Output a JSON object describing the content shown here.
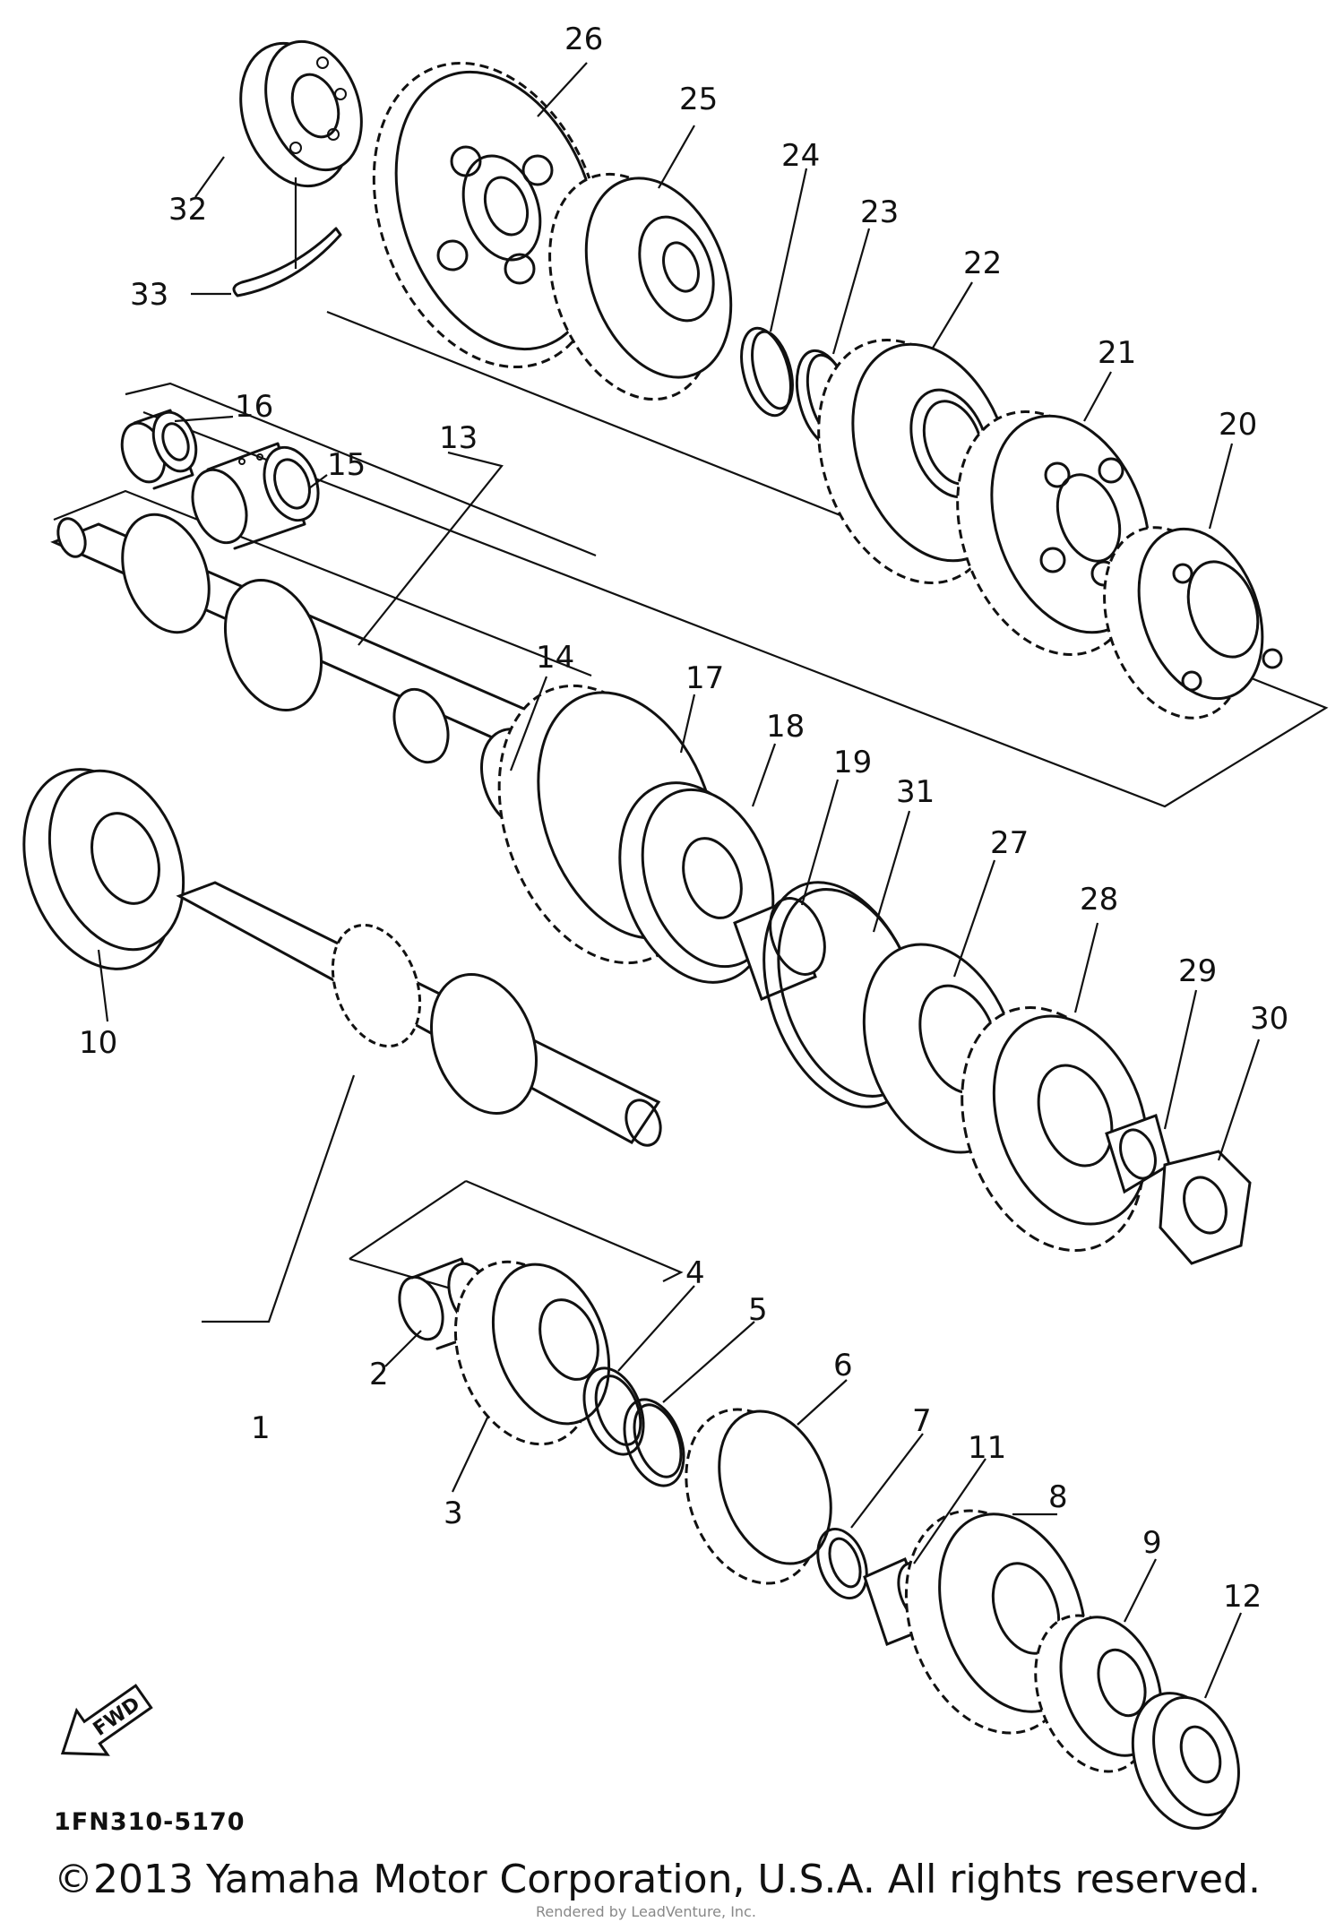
{
  "diagram": {
    "code": "1FN310-5170",
    "copyright": "©2013 Yamaha Motor Corporation, U.S.A. All rights reserved.",
    "watermark": "Rendered by LeadVenture, Inc.",
    "fwd_label": "FWD",
    "callouts": [
      "1",
      "2",
      "3",
      "4",
      "5",
      "6",
      "7",
      "8",
      "9",
      "10",
      "11",
      "12",
      "13",
      "14",
      "15",
      "16",
      "17",
      "18",
      "19",
      "20",
      "21",
      "22",
      "23",
      "24",
      "25",
      "26",
      "27",
      "28",
      "29",
      "30",
      "31",
      "32",
      "33"
    ]
  }
}
